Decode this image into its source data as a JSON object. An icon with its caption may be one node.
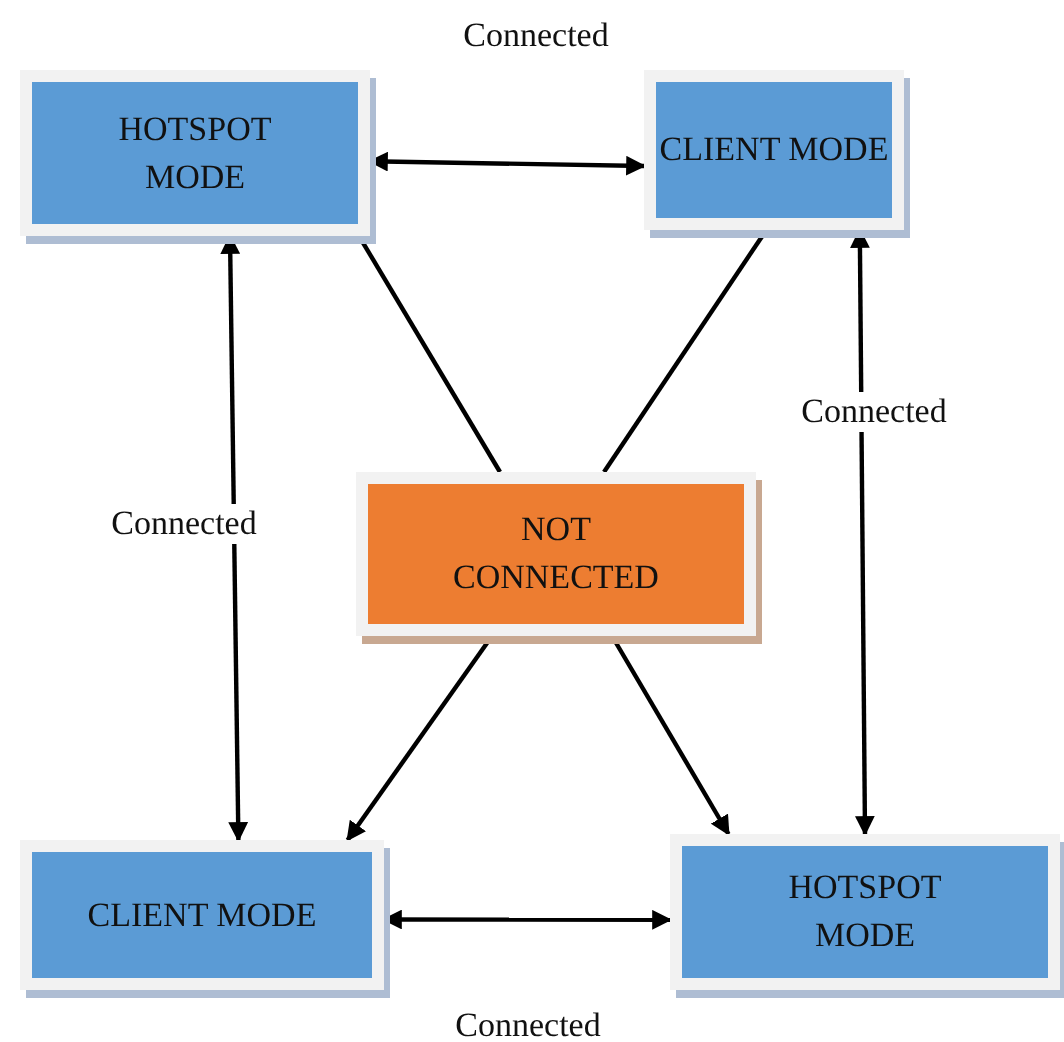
{
  "diagram": {
    "nodes": [
      {
        "text": [
          "HOTSPOT MODE"
        ]
      },
      {
        "text": [
          "CLIENT MODE"
        ]
      },
      {
        "text": [
          "NOT CONNECTED"
        ]
      },
      {
        "text": [
          "CLIENT MODE"
        ]
      },
      {
        "text": [
          "HOTSPOT MODE"
        ]
      }
    ],
    "edges": [
      {
        "from": 0,
        "to": 1,
        "arrow": "both",
        "label": "Connected"
      },
      {
        "from": 0,
        "to": 3,
        "arrow": "both",
        "label": "Connected"
      },
      {
        "from": 1,
        "to": 4,
        "arrow": "both",
        "label": "Connected"
      },
      {
        "from": 3,
        "to": 4,
        "arrow": "both",
        "label": "Connected"
      },
      {
        "from": 0,
        "to": 2,
        "arrow": "none"
      },
      {
        "from": 1,
        "to": 2,
        "arrow": "none"
      },
      {
        "from": 2,
        "to": 3,
        "arrow": "to"
      },
      {
        "from": 2,
        "to": 4,
        "arrow": "to"
      }
    ]
  }
}
